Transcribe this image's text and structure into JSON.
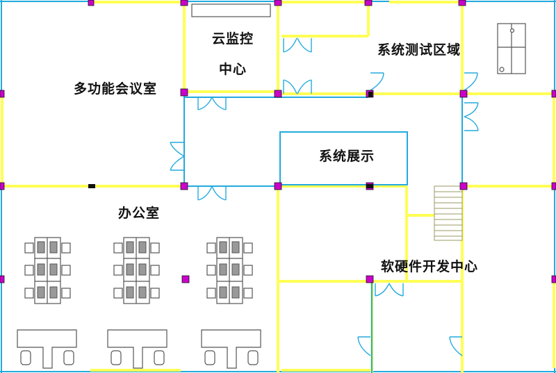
{
  "diagram": {
    "type": "floor-plan",
    "colors": {
      "wall_yellow": "#ffff55",
      "wall_cyan": "#22aadd",
      "column": "#cc00cc",
      "furniture": "#555555",
      "label": "#111111"
    },
    "rooms": [
      {
        "id": "multi-function-meeting-room",
        "label": "多功能会议室"
      },
      {
        "id": "cloud-monitoring-center",
        "label_line1": "云监控",
        "label_line2": "中心"
      },
      {
        "id": "system-test-area",
        "label": "系统测试区域"
      },
      {
        "id": "system-display",
        "label": "系统展示"
      },
      {
        "id": "office",
        "label": "办公室"
      },
      {
        "id": "software-hardware-dev-center",
        "label": "软硬件开发中心"
      }
    ]
  }
}
